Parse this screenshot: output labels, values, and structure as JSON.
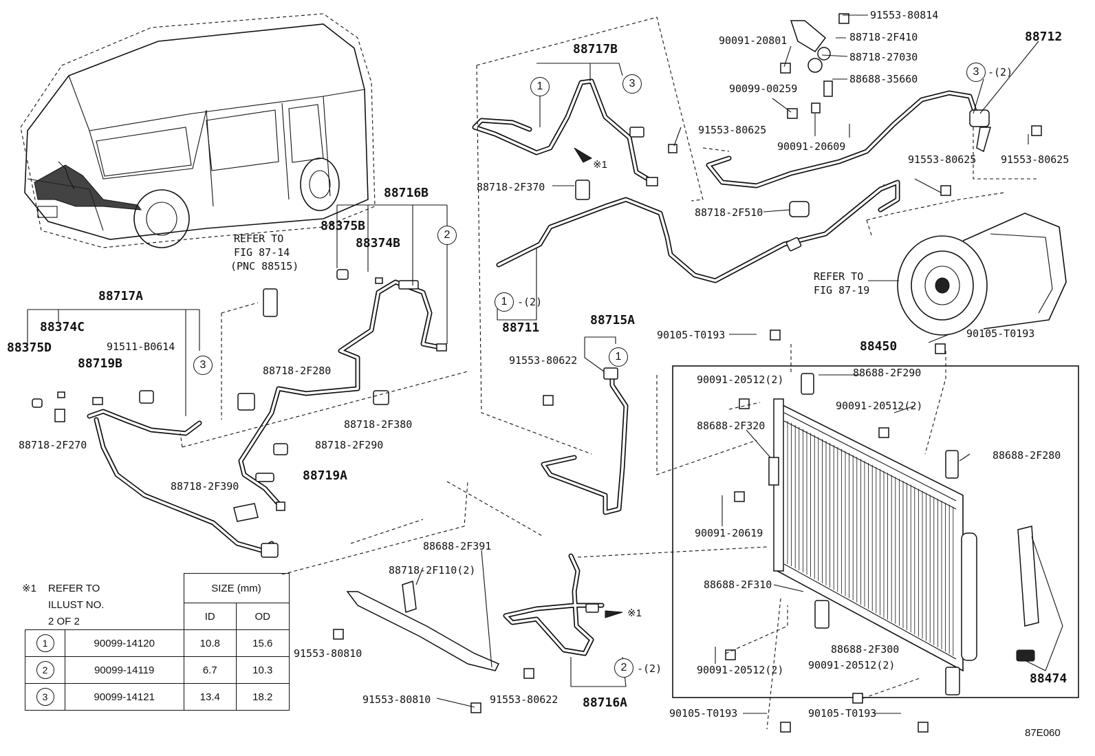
{
  "diagram_code": "87E060",
  "note": {
    "mark": "※1",
    "lines": [
      "REFER TO",
      "ILLUST NO.",
      "2 OF 2"
    ]
  },
  "refer_fig_87_14": [
    "REFER TO",
    "FIG 87-14",
    "(PNC 88515)"
  ],
  "refer_fig_87_19": [
    "REFER TO",
    "FIG 87-19"
  ],
  "table": {
    "header": "SIZE (mm)",
    "cols": [
      "ID",
      "OD"
    ],
    "rows": [
      {
        "ref": "1",
        "part": "90099-14120",
        "id": "10.8",
        "od": "15.6"
      },
      {
        "ref": "2",
        "part": "90099-14119",
        "id": "6.7",
        "od": "10.3"
      },
      {
        "ref": "3",
        "part": "90099-14121",
        "id": "13.4",
        "od": "18.2"
      }
    ]
  },
  "callouts": [
    "91553-80814",
    "88718-2F410",
    "88712",
    "90091-20801",
    "88718-27030",
    "88717B",
    "90099-00259",
    "88688-35660",
    "91553-80625",
    "90091-20609",
    "91553-80625",
    "91553-80625",
    "88718-2F370",
    "88718-2F510",
    "88716B",
    "88375B",
    "88374B",
    "88717A",
    "88374C",
    "88375D",
    "91511-B0614",
    "88719B",
    "88718-2F280",
    "88718-2F380",
    "88718-2F290",
    "88718-2F270",
    "88719A",
    "88718-2F390",
    "88711",
    "88715A",
    "91553-80622",
    "90105-T0193",
    "90105-T0193",
    "88450",
    "90091-20512(2)",
    "88688-2F290",
    "90091-20512(2)",
    "88688-2F320",
    "88688-2F280",
    "90091-20619",
    "88688-2F391",
    "88718-2F110(2)",
    "91553-80810",
    "88688-2F310",
    "91553-80810",
    "91553-80622",
    "88716A",
    "88688-2F300",
    "90091-20512(2)",
    "90091-20512(2)",
    "88474",
    "90105-T0193",
    "90105-T0193"
  ],
  "markers": [
    "1",
    "3",
    "2",
    "3",
    "1",
    "1",
    "2",
    "3",
    "※1",
    "※1"
  ],
  "marker_suffixes": [
    "-(2)",
    "-(2)",
    "-(2)"
  ]
}
